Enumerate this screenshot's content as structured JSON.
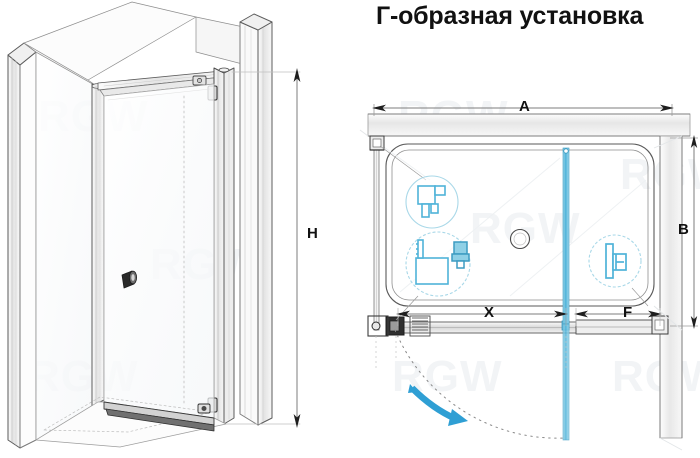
{
  "title": "Г-образная установка",
  "diagram": {
    "type": "technical-installation-drawing",
    "product": "shower-enclosure",
    "views": [
      {
        "name": "isometric-3d-view",
        "position": "left"
      },
      {
        "name": "plan-top-view",
        "position": "right"
      }
    ]
  },
  "dimensions": {
    "height": {
      "label": "H",
      "view": "isometric-3d-view",
      "orientation": "vertical",
      "position": "right-of-3d-view"
    },
    "width_total": {
      "label": "A",
      "view": "plan-top-view",
      "orientation": "horizontal",
      "position": "top"
    },
    "depth_total": {
      "label": "B",
      "view": "plan-top-view",
      "orientation": "vertical",
      "position": "right"
    },
    "door_width": {
      "label": "X",
      "view": "plan-top-view",
      "orientation": "horizontal",
      "position": "bottom-left"
    },
    "fixed_panel_width": {
      "label": "F",
      "view": "plan-top-view",
      "orientation": "horizontal",
      "position": "bottom-right"
    }
  },
  "callouts": [
    {
      "id": "callout-1",
      "detail": "wall-profile-corner-bracket",
      "position": "top-left"
    },
    {
      "id": "callout-2",
      "detail": "hinge-and-pivot-assembly",
      "position": "middle-left"
    },
    {
      "id": "callout-3",
      "detail": "magnetic-seal-profile",
      "position": "right"
    }
  ],
  "features": {
    "drain": {
      "name": "drain-hole",
      "shape": "circle"
    },
    "door_swing": {
      "name": "door-swing-arc",
      "arrow": "blue-curved-arrow",
      "direction": "outward"
    },
    "open_door": {
      "name": "open-door-panel",
      "orientation": "vertical",
      "color": "#5bbcde"
    },
    "handle": {
      "name": "door-handle",
      "view": "isometric-3d-view"
    }
  },
  "watermarks": {
    "text": "RGW",
    "count": 8
  },
  "colors": {
    "accent_cyan": "#4fb3d9",
    "arrow_blue": "#2f9fd4",
    "line_dark": "#3a3a3a",
    "line_mid": "#8a8a8a",
    "line_light": "#c8c8c8",
    "panel_fill": "#f2f2f2",
    "text": "#111111",
    "background": "#ffffff"
  }
}
